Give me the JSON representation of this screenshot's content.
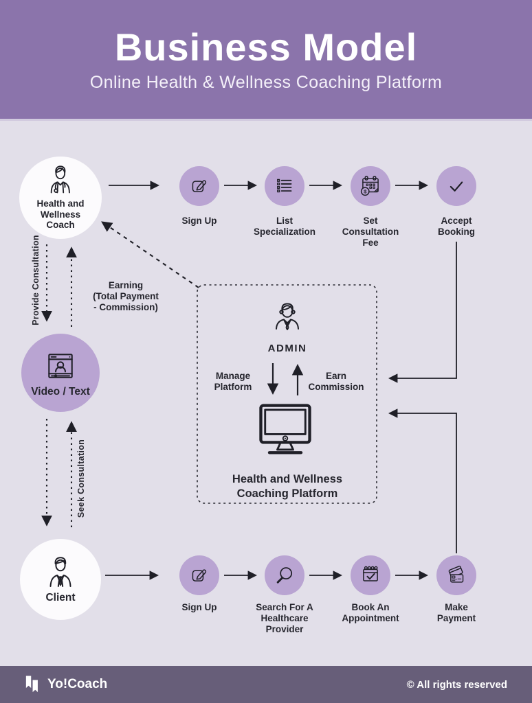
{
  "header": {
    "title": "Business Model",
    "subtitle": "Online Health & Wellness Coaching Platform"
  },
  "coach_flow": {
    "actor_label": "Health and\nWellness\nCoach",
    "steps": [
      {
        "label": "Sign Up",
        "icon": "pencil-square-icon"
      },
      {
        "label": "List\nSpecialization",
        "icon": "list-icon"
      },
      {
        "label": "Set\nConsultation\nFee",
        "icon": "calendar-dollar-icon"
      },
      {
        "label": "Accept\nBooking",
        "icon": "checkmark-icon"
      }
    ]
  },
  "client_flow": {
    "actor_label": "Client",
    "steps": [
      {
        "label": "Sign Up",
        "icon": "pencil-square-icon"
      },
      {
        "label": "Search For A\nHealthcare\nProvider",
        "icon": "magnifier-icon"
      },
      {
        "label": "Book An\nAppointment",
        "icon": "calendar-check-icon"
      },
      {
        "label": "Make\nPayment",
        "icon": "credit-cards-icon"
      }
    ]
  },
  "consultation": {
    "channel_label": "Video / Text",
    "channel_icon": "video-player-icon",
    "provide_label": "Provide Consultation",
    "seek_label": "Seek Consultation",
    "earning_label": "Earning\n(Total Payment\n- Commission)"
  },
  "admin_box": {
    "admin_label": "ADMIN",
    "admin_icon": "admin-user-icon",
    "manage_label": "Manage\nPlatform",
    "earn_label": "Earn\nCommission",
    "platform_label": "Health and Wellness\nCoaching Platform",
    "platform_icon": "desktop-computer-icon"
  },
  "footer": {
    "brand": "Yo!Coach",
    "copyright": "© All rights reserved"
  },
  "icons": {
    "dollar_glyph": "$",
    "coach": "doctor-icon",
    "client": "person-suit-icon"
  },
  "colors": {
    "header_bg": "#8b74ab",
    "content_bg": "#e2dfe9",
    "node_purple": "#b9a4d2",
    "node_white": "#fcfbfd",
    "footer_bg": "#675e79",
    "line": "#1f1f27",
    "text": "#26262e"
  }
}
